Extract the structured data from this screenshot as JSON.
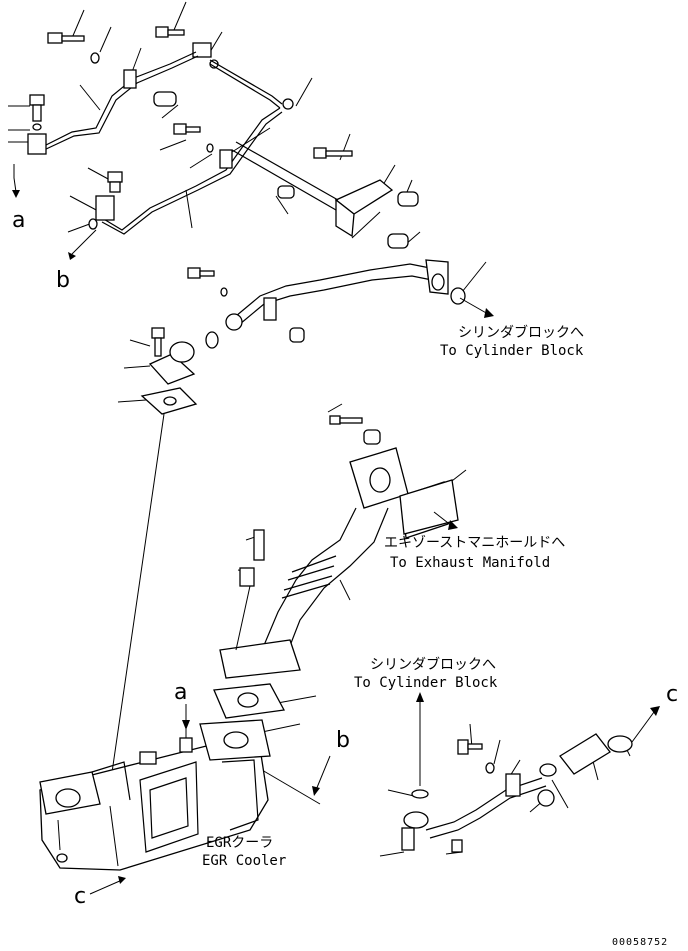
{
  "destinations": {
    "cyl_block_1": {
      "jp": "シリンダブロックへ",
      "en": "To Cylinder Block"
    },
    "exhaust": {
      "jp": "エキゾーストマニホールドへ",
      "en": "To Exhaust Manifold"
    },
    "cyl_block_2": {
      "jp": "シリンダブロックへ",
      "en": "To Cylinder Block"
    },
    "egr_cooler": {
      "jp": "EGRクーラ",
      "en": "EGR Cooler"
    }
  },
  "refs": {
    "a": "a",
    "b": "b",
    "c": "c"
  },
  "part_number": "00058752"
}
